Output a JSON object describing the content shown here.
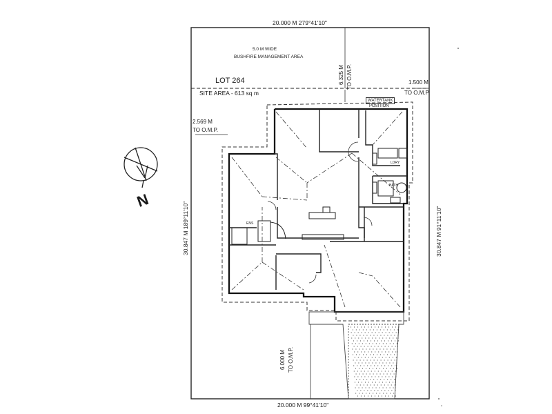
{
  "plan": {
    "lot_label": "LOT 264",
    "site_area": "SITE AREA - 613 sq m",
    "bushfire_width": "5.0 M WIDE",
    "bushfire_area": "BUSHFIRE MANAGEMENT AREA",
    "water_tank": "WATERTANK",
    "water_tank_position": "POSITION",
    "room_ldry": "LDRY",
    "room_bath": "BATH",
    "room_ens": "ENS",
    "north_label": "N"
  },
  "dimensions": {
    "top_boundary": "20.000 M   279°41'10\"",
    "bottom_boundary": "20.000 M   99°41'10\"",
    "left_boundary": "30.847 M   189°11'10\"",
    "right_boundary": "30.847 M   91°11'10\"",
    "rear_setback": "6.325 M",
    "rear_setback_ref": "TO O.M.P.",
    "side_setback_right": "1.500 M",
    "side_setback_right_ref": "TO O.M.P.",
    "side_setback_left": "2.569 M",
    "side_setback_left_ref": "TO O.M.P.",
    "front_setback": "6.000 M",
    "front_setback_ref": "TO O.M.P."
  }
}
